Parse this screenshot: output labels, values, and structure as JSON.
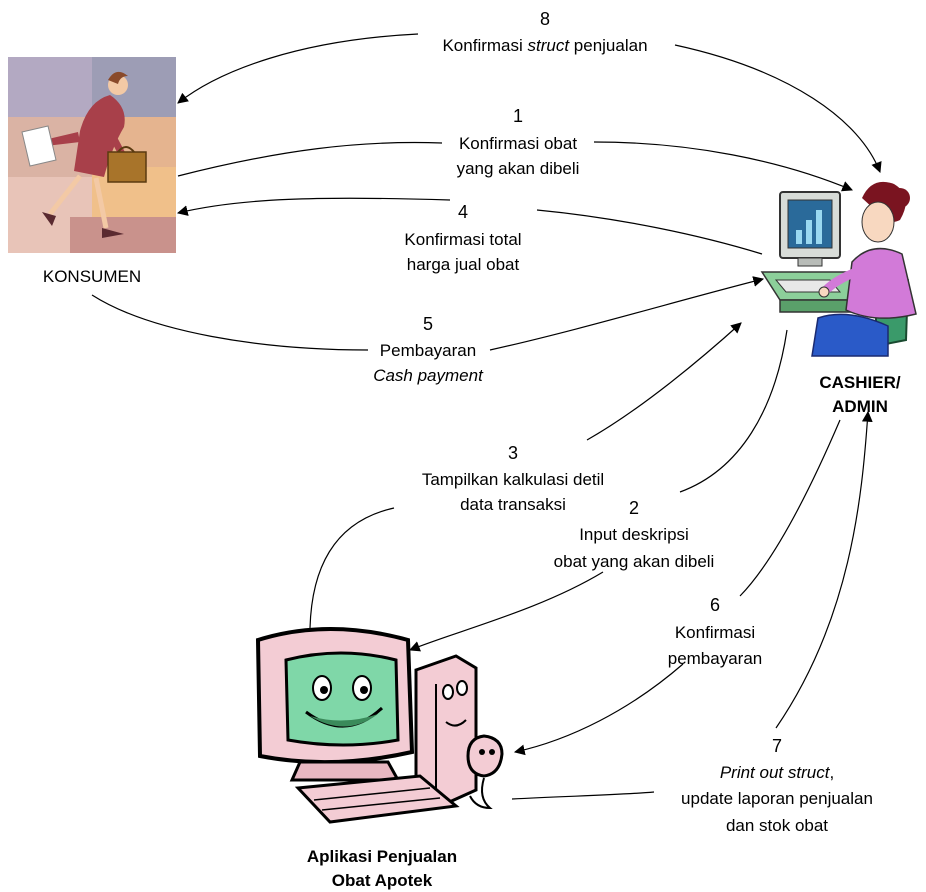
{
  "actors": {
    "konsumen": "KONSUMEN",
    "cashier_line1": "CASHIER/",
    "cashier_line2": "ADMIN",
    "app_line1": "Aplikasi Penjualan",
    "app_line2": "Obat Apotek"
  },
  "flows": [
    {
      "num": "1",
      "lines": [
        "Konfirmasi obat",
        "yang akan dibeli"
      ]
    },
    {
      "num": "2",
      "lines": [
        "Input deskripsi",
        "obat yang akan dibeli"
      ]
    },
    {
      "num": "3",
      "lines": [
        "Tampilkan kalkulasi detil",
        "data transaksi"
      ]
    },
    {
      "num": "4",
      "lines": [
        "Konfirmasi total",
        "harga jual obat"
      ]
    },
    {
      "num": "5",
      "lines": [
        "Pembayaran",
        "Cash payment"
      ]
    },
    {
      "num": "6",
      "lines": [
        "Konfirmasi",
        "pembayaran"
      ]
    },
    {
      "num": "7",
      "lines": [
        "Print out struct,",
        "update laporan penjualan",
        "dan stok obat"
      ]
    },
    {
      "num": "8",
      "lines": [
        "Konfirmasi struct penjualan"
      ]
    }
  ],
  "icons": {
    "konsumen": "woman-walking-briefcase-clipart",
    "cashier": "woman-at-computer-clipart",
    "app": "smiling-computer-clipart"
  }
}
